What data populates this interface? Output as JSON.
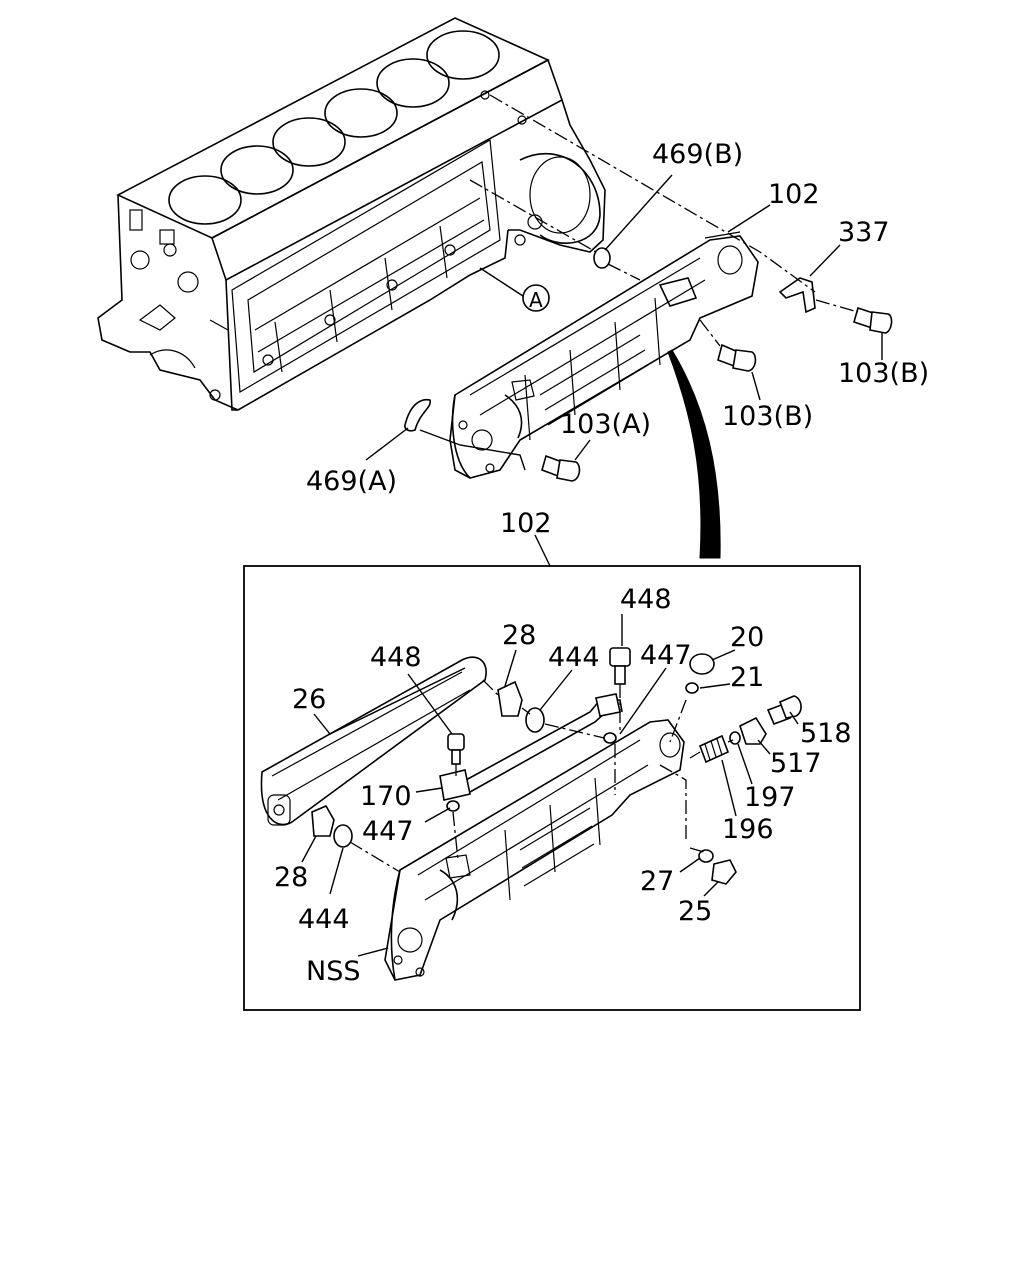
{
  "callouts": {
    "p469b": "469(B)",
    "p102_top": "102",
    "p337": "337",
    "p103b_right": "103(B)",
    "p103b_mid": "103(B)",
    "p103a": "103(A)",
    "p469a": "469(A)",
    "refA": "A",
    "p102_box": "102",
    "p448_top": "448",
    "p28_top": "28",
    "p444_top": "444",
    "p447_top": "447",
    "p20": "20",
    "p21": "21",
    "p448_left": "448",
    "p26": "26",
    "p518": "518",
    "p517": "517",
    "p197": "197",
    "p170": "170",
    "p447_left": "447",
    "p196": "196",
    "p28_left": "28",
    "p444_left": "444",
    "p27": "27",
    "p25": "25",
    "pNSS": "NSS"
  }
}
